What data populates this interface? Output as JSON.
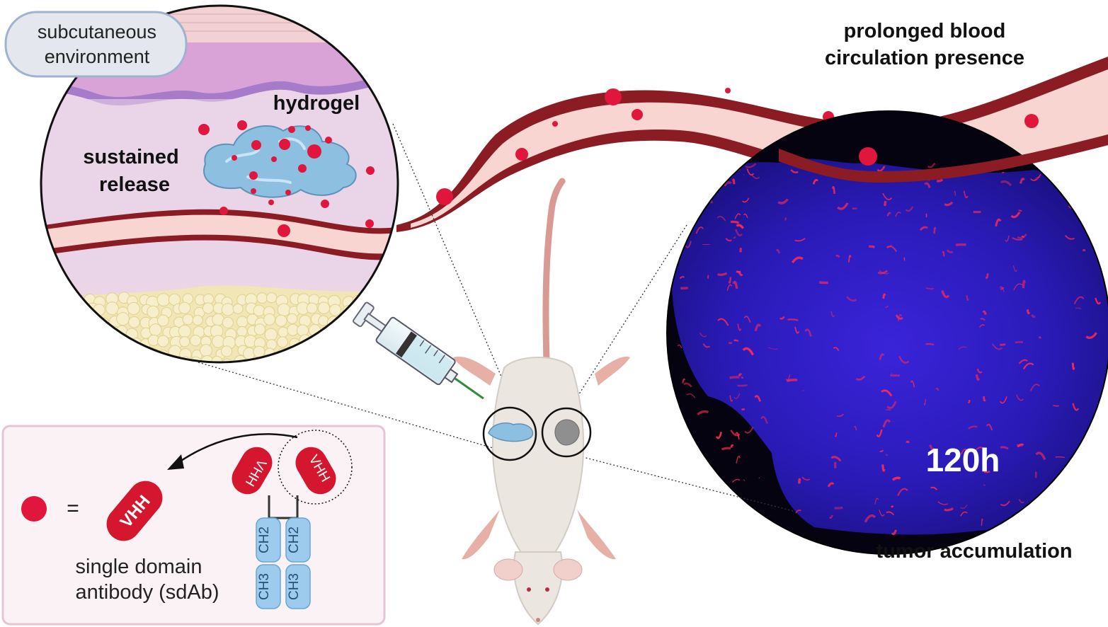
{
  "labels": {
    "subcutaneous_line1": "subcutaneous",
    "subcutaneous_line2": "environment",
    "hydrogel": "hydrogel",
    "sustained_line1": "sustained",
    "sustained_line2": "release",
    "prolonged_line1": "prolonged blood",
    "prolonged_line2": "circulation presence",
    "tumor_accumulation": "tumor accumulation",
    "timepoint": "120h",
    "equals": "=",
    "sdab_line1": "single domain",
    "sdab_line2": "antibody (sdAb)"
  },
  "antibody": {
    "vhh": "VHH",
    "ch2": "CH2",
    "ch3": "CH3"
  },
  "colors": {
    "vessel_wall": "#8c1c24",
    "vessel_lumen": "#f9d5d2",
    "particle": "#e0163c",
    "skin": "#e7c3df",
    "hydrogel": "#8dbfe0",
    "fat": "#f1e6b5",
    "tumor_nuclei": "#2a1fc9",
    "tumor_signal": "#ff2a52",
    "domain_blue": "#9ccbee",
    "panel_bg": "#fbf2f6",
    "panel_border": "#e6c4d5"
  }
}
